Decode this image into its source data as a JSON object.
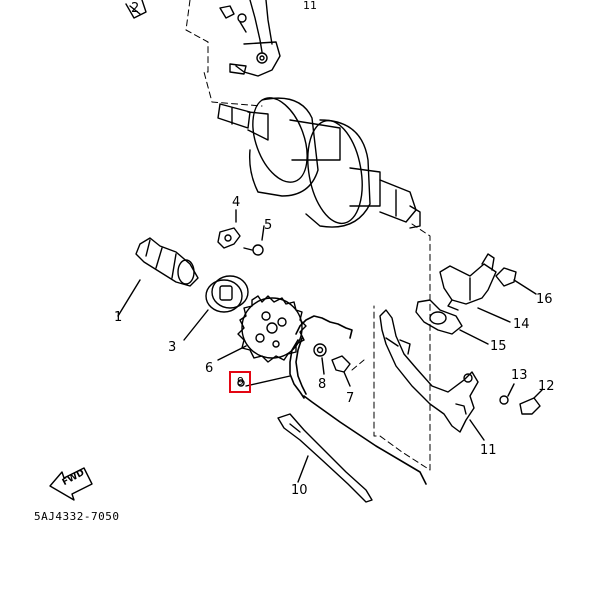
{
  "diagram": {
    "part_code": "5AJ4332-7050",
    "fwd_label": "FWD",
    "highlight_color": "#e30613",
    "callouts": {
      "c1": "1",
      "c2": "2",
      "c3": "3",
      "c4": "4",
      "c5": "5",
      "c6": "6",
      "c7": "7",
      "c8": "8",
      "c9": "9",
      "c10": "10",
      "c11": "11",
      "c12": "12",
      "c13": "13",
      "c14": "14",
      "c15": "15",
      "c16": "16",
      "c11top": "11"
    }
  }
}
